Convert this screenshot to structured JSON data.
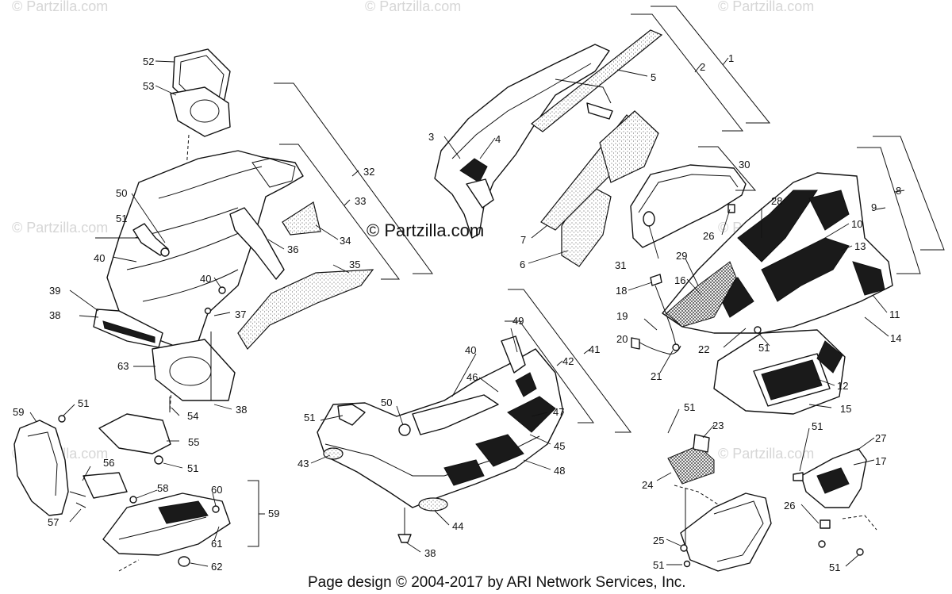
{
  "watermark": {
    "text": "© Partzilla.com"
  },
  "center_watermark": {
    "text": "© Partzilla.com"
  },
  "footer": {
    "text": "Page design © 2004-2017 by ARI Network Services, Inc."
  },
  "callouts": {
    "c1": "1",
    "c2": "2",
    "c3": "3",
    "c4": "4",
    "c5": "5",
    "c6": "6",
    "c7": "7",
    "c8": "8",
    "c9": "9",
    "c10": "10",
    "c11": "11",
    "c12": "12",
    "c13": "13",
    "c14": "14",
    "c15": "15",
    "c16": "16",
    "c17": "17",
    "c18": "18",
    "c19": "19",
    "c20": "20",
    "c21": "21",
    "c22": "22",
    "c23": "23",
    "c24": "24",
    "c25": "25",
    "c26": "26",
    "c27": "27",
    "c28": "28",
    "c29": "29",
    "c30": "30",
    "c31": "31",
    "c32": "32",
    "c33": "33",
    "c34": "34",
    "c35": "35",
    "c36": "36",
    "c37": "37",
    "c38": "38",
    "c39": "39",
    "c40": "40",
    "c41": "41",
    "c42": "42",
    "c43": "43",
    "c44": "44",
    "c45": "45",
    "c46": "46",
    "c47": "47",
    "c48": "48",
    "c49": "49",
    "c50": "50",
    "c51": "51",
    "c52": "52",
    "c53": "53",
    "c54": "54",
    "c55": "55",
    "c56": "56",
    "c57": "57",
    "c58": "58",
    "c59": "59",
    "c60": "60",
    "c61": "61",
    "c62": "62",
    "c63": "63"
  }
}
